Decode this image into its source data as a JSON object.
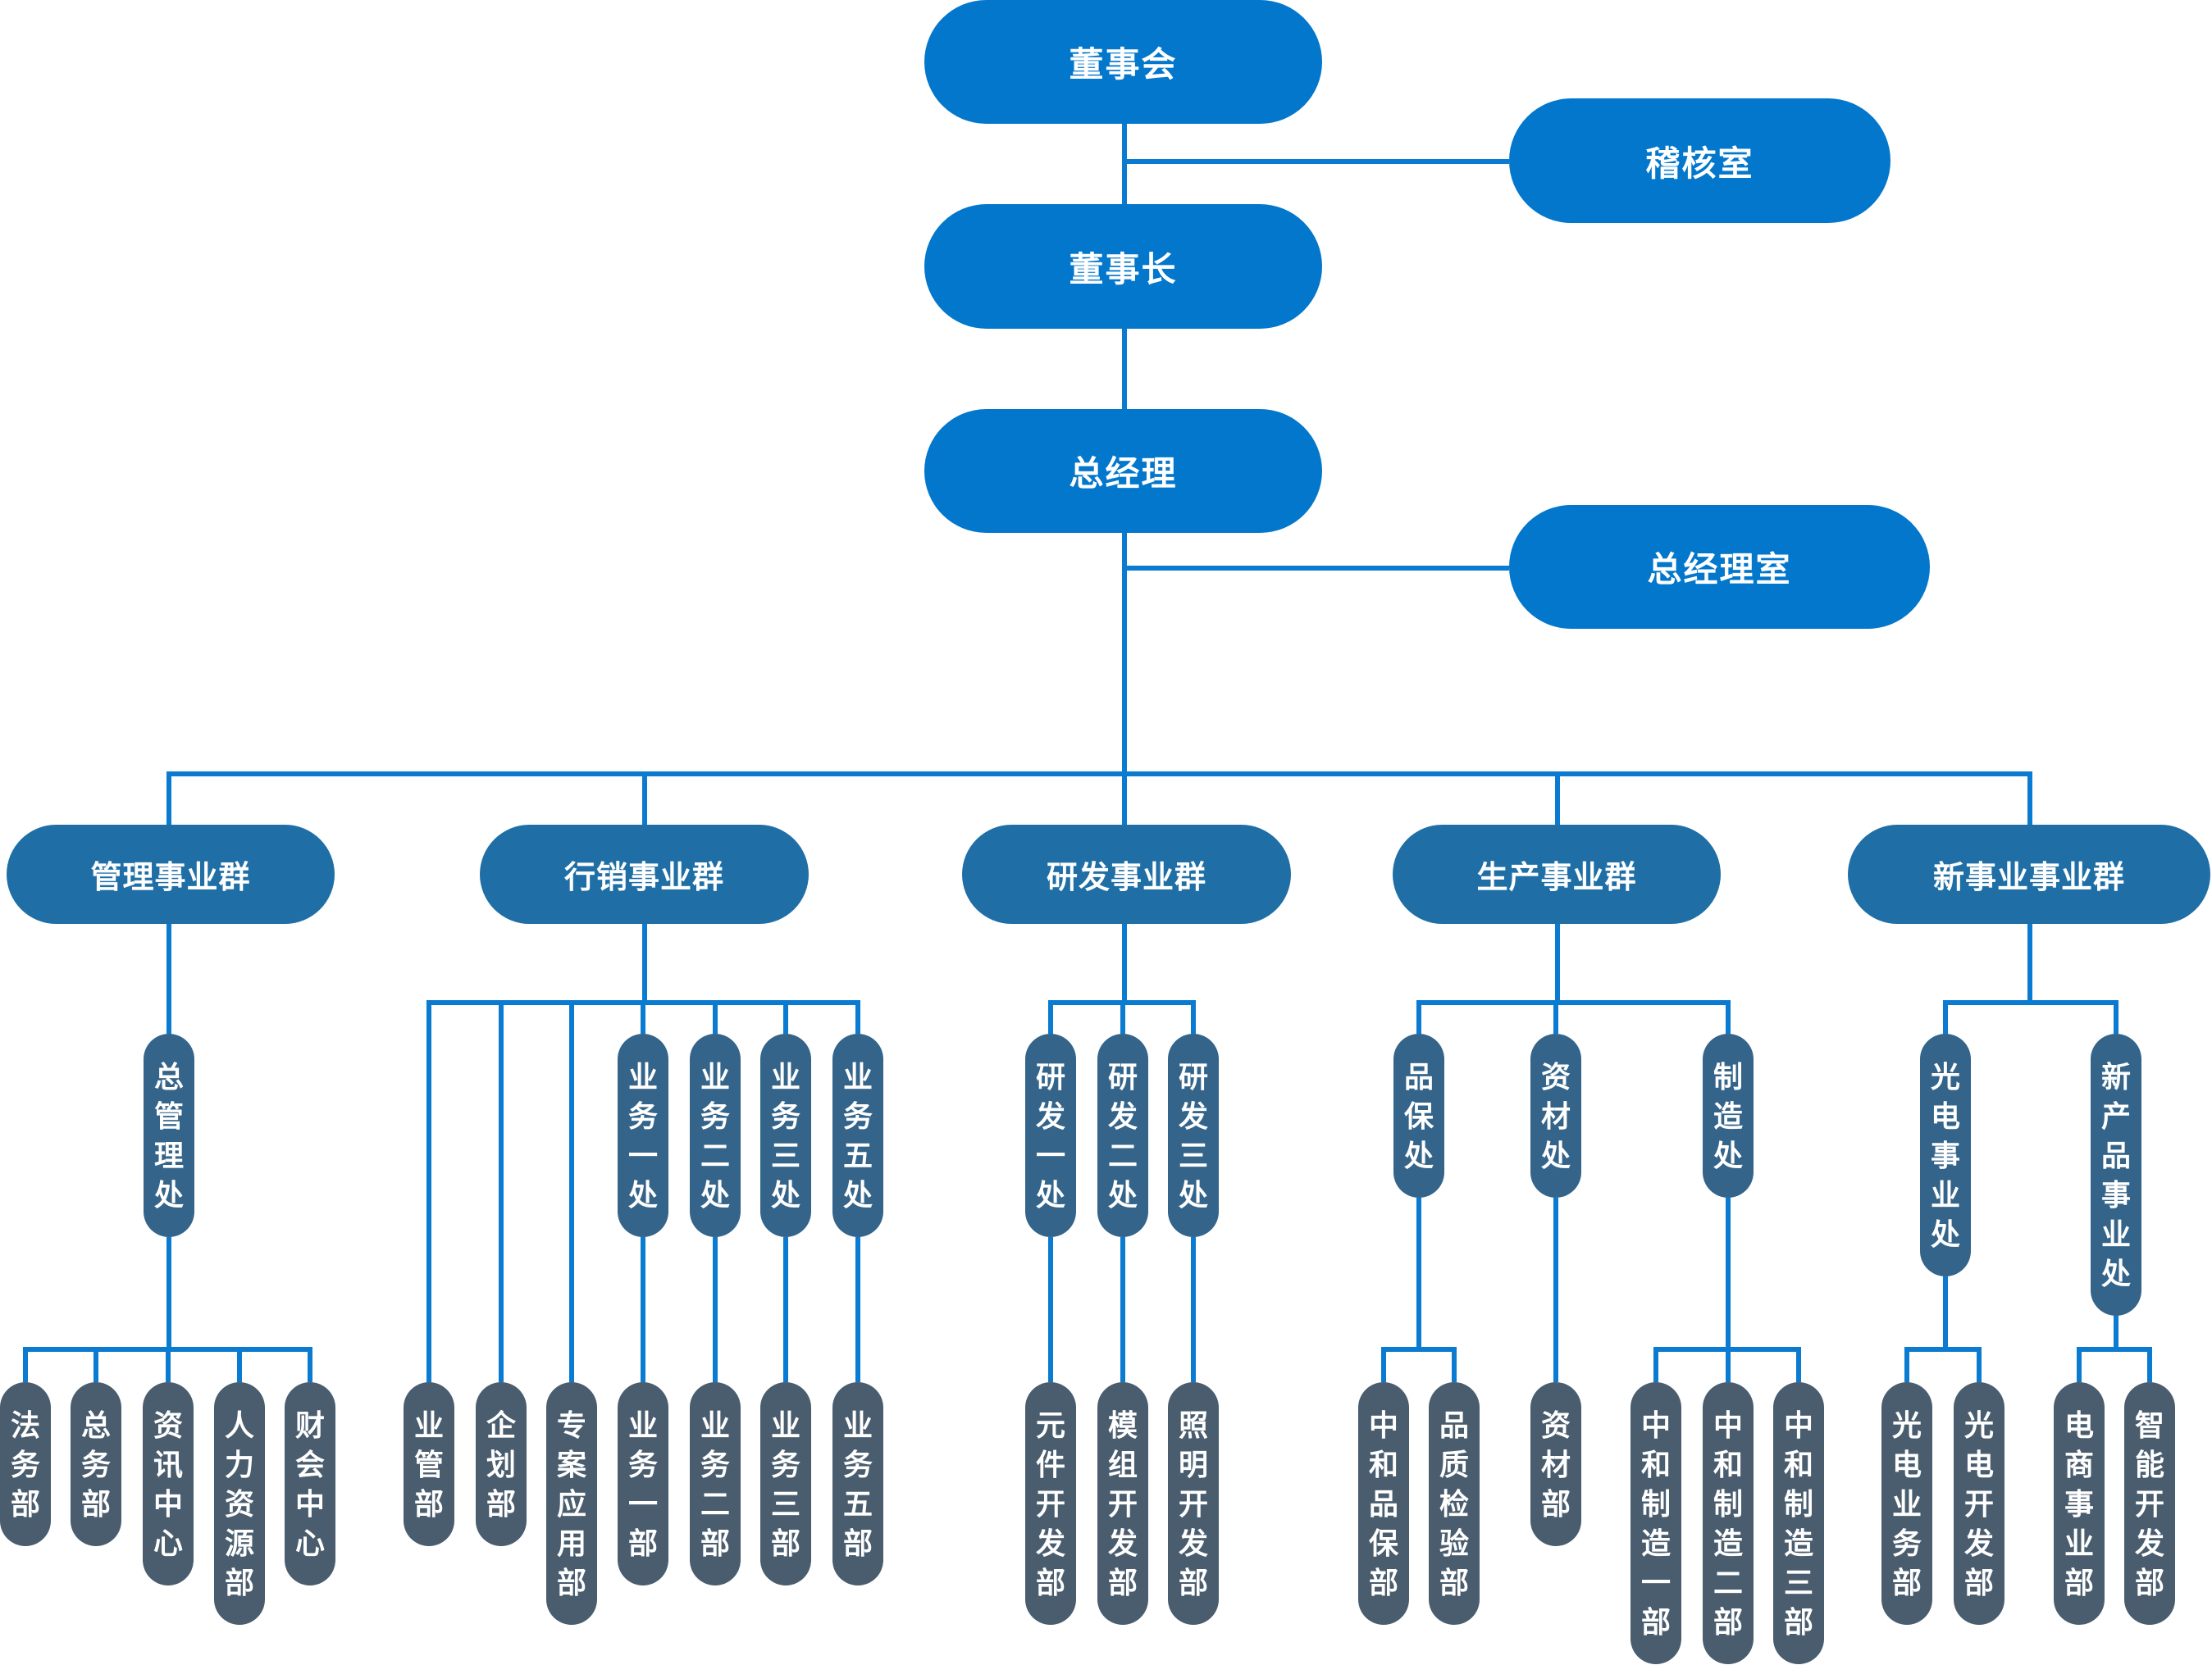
{
  "chart_title": "",
  "colors": {
    "top_level": "#0277CC",
    "group_level": "#1F6FA6",
    "division_level": "#34648A",
    "department_level": "#4A5D6E",
    "connector": "#0A7BD0"
  },
  "top": {
    "board": "董事会",
    "audit_office": "稽核室",
    "chairman": "董事长",
    "general_manager": "总经理",
    "gm_office": "总经理室"
  },
  "groups": [
    {
      "name": "管理事业群",
      "divisions": [
        {
          "name": "总管理处",
          "departments": [
            "法务部",
            "总务部",
            "资讯中心",
            "人力资源部",
            "财会中心"
          ]
        }
      ],
      "direct_departments": []
    },
    {
      "name": "行销事业群",
      "direct_departments": [
        "业管部",
        "企划部",
        "专案应用部"
      ],
      "divisions": [
        {
          "name": "业务一处",
          "departments": [
            "业务一部"
          ]
        },
        {
          "name": "业务二处",
          "departments": [
            "业务二部"
          ]
        },
        {
          "name": "业务三处",
          "departments": [
            "业务三部"
          ]
        },
        {
          "name": "业务五处",
          "departments": [
            "业务五部"
          ]
        }
      ]
    },
    {
      "name": "研发事业群",
      "direct_departments": [],
      "divisions": [
        {
          "name": "研发一处",
          "departments": [
            "元件开发部"
          ]
        },
        {
          "name": "研发二处",
          "departments": [
            "模组开发部"
          ]
        },
        {
          "name": "研发三处",
          "departments": [
            "照明开发部"
          ]
        }
      ]
    },
    {
      "name": "生产事业群",
      "direct_departments": [],
      "divisions": [
        {
          "name": "品保处",
          "departments": [
            "中和品保部",
            "品质检验部"
          ]
        },
        {
          "name": "资材处",
          "departments": [
            "资材部"
          ]
        },
        {
          "name": "制造处",
          "departments": [
            "中和制造一部",
            "中和制造二部",
            "中和制造三部"
          ]
        }
      ]
    },
    {
      "name": "新事业事业群",
      "direct_departments": [],
      "divisions": [
        {
          "name": "光电事业处",
          "departments": [
            "光电业务部",
            "光电开发部"
          ]
        },
        {
          "name": "新产品事业处",
          "departments": [
            "电商事业部",
            "智能开发部"
          ]
        }
      ]
    }
  ]
}
